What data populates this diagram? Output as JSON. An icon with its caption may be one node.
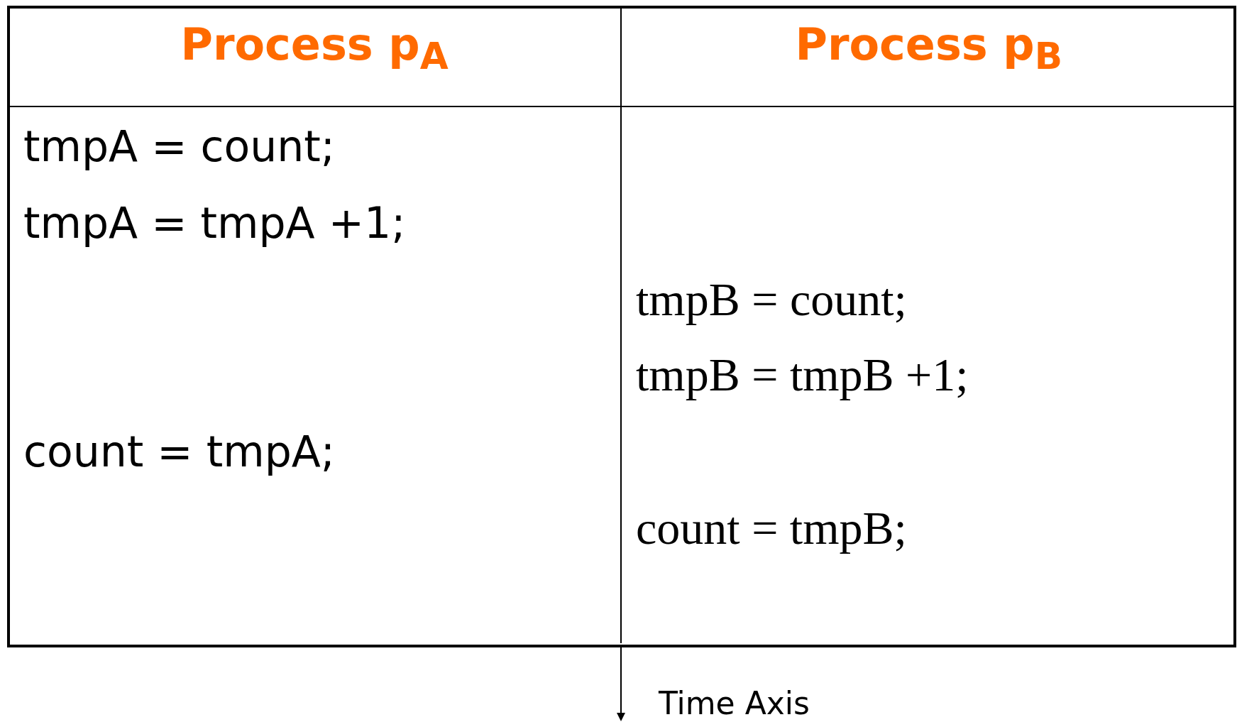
{
  "diagram": {
    "labels": [
      "Process p$_{A}$",
      "Process p$_{B}$",
      "tmpA = count;",
      "tmpA = tmpA +1;",
      "tmpB = count;",
      "tmpB = tmpB +1;",
      "count = tmpA;",
      "count = tmpB;",
      "Time Axis"
    ]
  }
}
